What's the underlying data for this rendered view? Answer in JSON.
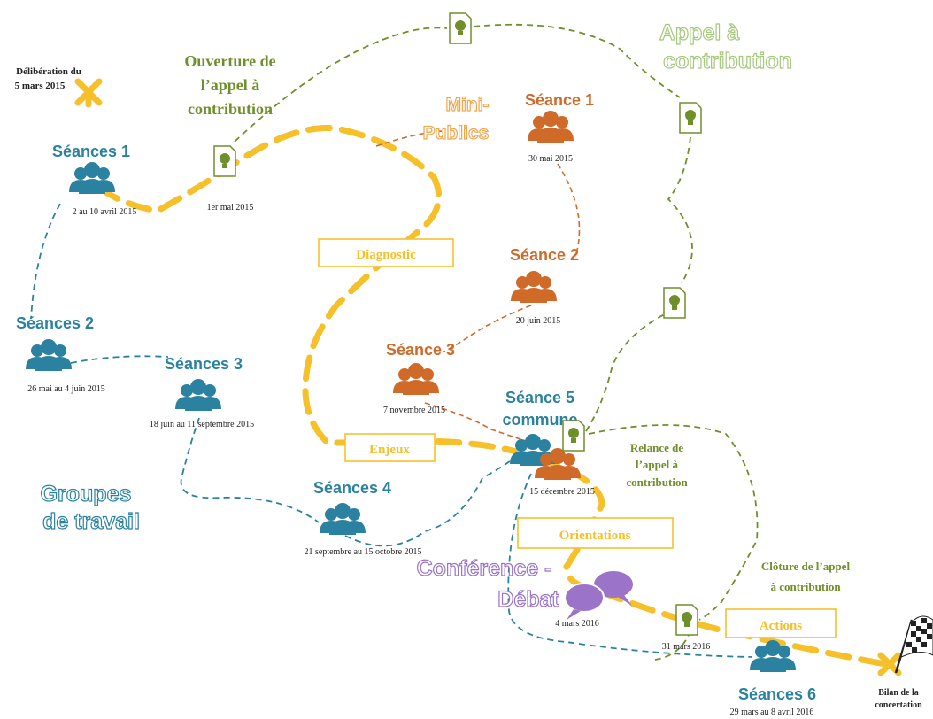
{
  "colors": {
    "teal": "#2a82a0",
    "orange": "#cf6a29",
    "olive": "#6f8f2b",
    "green_light": "#a5c87c",
    "purple": "#9b73c8",
    "yellow": "#f6c02b",
    "dark": "#222222"
  },
  "start": {
    "label_line1": "Délibération du",
    "label_line2": "5 mars 2015"
  },
  "finish": {
    "label_line1": "Bilan de la",
    "label_line2": "concertation"
  },
  "group_titles": {
    "groupes_line1": "Groupes",
    "groupes_line2": "de travail",
    "appel_line1": "Appel à",
    "appel_line2": "contribution",
    "mini_line1": "Mini-",
    "mini_line2": "Publics",
    "conf_line1": "Conférence -",
    "conf_line2": "Débat"
  },
  "seances_groupes": [
    {
      "title": "Séances 1",
      "date": "2 au 10 avril 2015"
    },
    {
      "title": "Séances 2",
      "date": "26 mai au 4 juin 2015"
    },
    {
      "title": "Séances 3",
      "date": "18 juin au 11 septembre 2015"
    },
    {
      "title": "Séances 4",
      "date": "21 septembre au 15 octobre 2015"
    },
    {
      "title": "Séances 6",
      "date": "29 mars au 8 avril 2016"
    }
  ],
  "seance5": {
    "title_line1": "Séance 5",
    "title_line2": "commune",
    "date": "15 décembre 2015"
  },
  "mini_publics": [
    {
      "title": "Séance 1",
      "date": "30 mai 2015"
    },
    {
      "title": "Séance 2",
      "date": "20 juin 2015"
    },
    {
      "title": "Séance 3",
      "date": "7 novembre 2015"
    }
  ],
  "contributions": {
    "ouverture_line1": "Ouverture de",
    "ouverture_line2": "l’appel à",
    "ouverture_line3": "contribution",
    "ouverture_date": "1er mai 2015",
    "relance_line1": "Relance de",
    "relance_line2": "l’appel à",
    "relance_line3": "contribution",
    "cloture_line1": "Clôture de l’appel",
    "cloture_line2": "à contribution",
    "cloture_date": "31 mars 2016"
  },
  "conference": {
    "date": "4 mars 2016"
  },
  "phases": [
    "Diagnostic",
    "Enjeux",
    "Orientations",
    "Actions"
  ]
}
